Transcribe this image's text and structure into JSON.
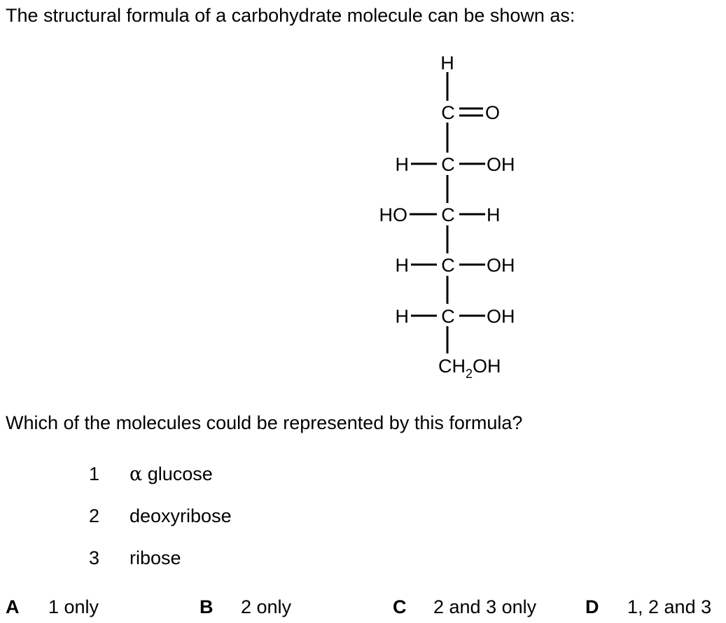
{
  "stem": "The structural formula of a carbohydrate molecule can be shown as:",
  "formula": {
    "top_h": "H",
    "carbonyl": {
      "c": "C",
      "o": "O"
    },
    "rows": [
      {
        "left": "H",
        "c": "C",
        "right": "OH"
      },
      {
        "left": "HO",
        "c": "C",
        "right": "H"
      },
      {
        "left": "H",
        "c": "C",
        "right": "OH"
      },
      {
        "left": "H",
        "c": "C",
        "right": "OH"
      }
    ],
    "bottom": {
      "ch": "CH",
      "sub": "2",
      "oh": "OH"
    }
  },
  "question": "Which of the molecules could be represented by this formula?",
  "statements": [
    {
      "num": "1",
      "greek": "α",
      "text": " glucose"
    },
    {
      "num": "2",
      "text": "deoxyribose"
    },
    {
      "num": "3",
      "text": "ribose"
    }
  ],
  "options": [
    {
      "letter": "A",
      "text": "1 only"
    },
    {
      "letter": "B",
      "text": "2 only"
    },
    {
      "letter": "C",
      "text": "2 and 3 only"
    },
    {
      "letter": "D",
      "text": "1, 2 and 3"
    }
  ]
}
